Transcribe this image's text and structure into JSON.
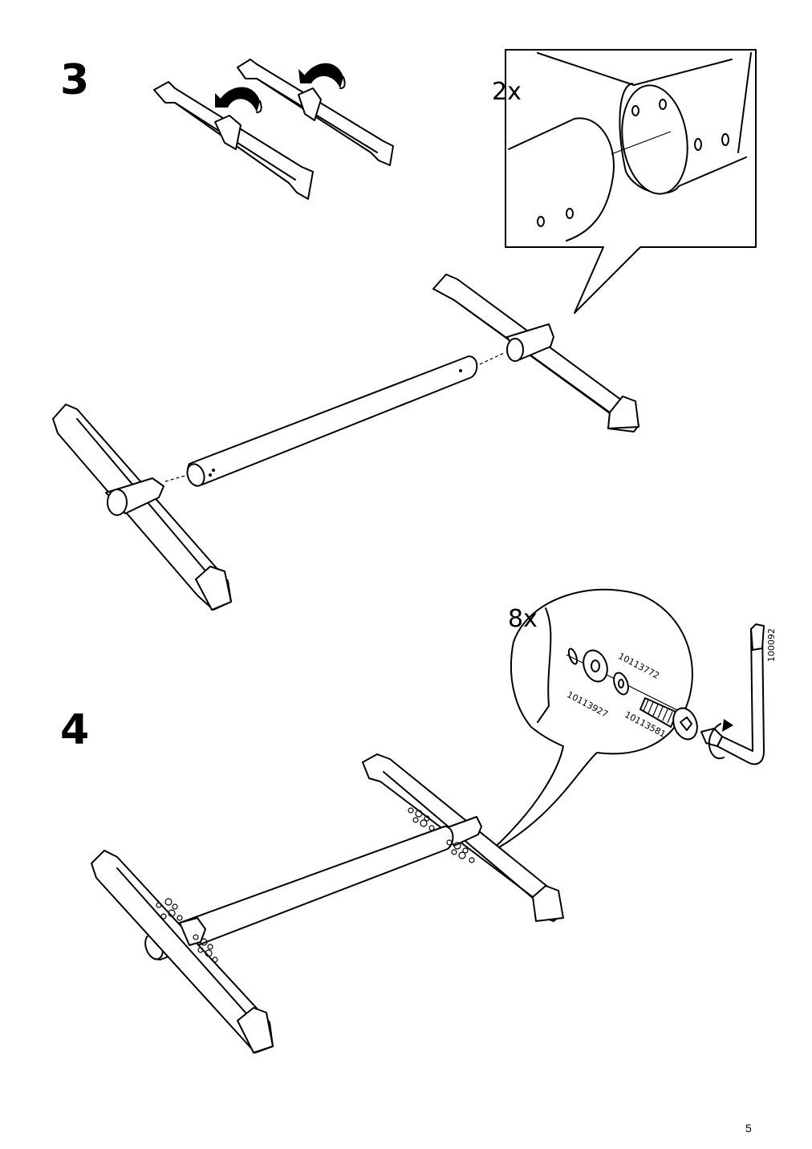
{
  "page": {
    "number": "5"
  },
  "steps": [
    {
      "number": "3",
      "quantity": "2x"
    },
    {
      "number": "4",
      "quantity": "8x"
    }
  ],
  "parts": {
    "washer_large": "10113927",
    "washer_small": "10113772",
    "bolt": "10113581",
    "allen_key": "100092"
  },
  "icons": {
    "step3": [
      "rotate-arrow-icon",
      "rotate-arrow-icon"
    ],
    "step4": [
      "rotate-arrow-icon",
      "allen-key-icon",
      "bolt-icon",
      "washer-icon"
    ]
  }
}
